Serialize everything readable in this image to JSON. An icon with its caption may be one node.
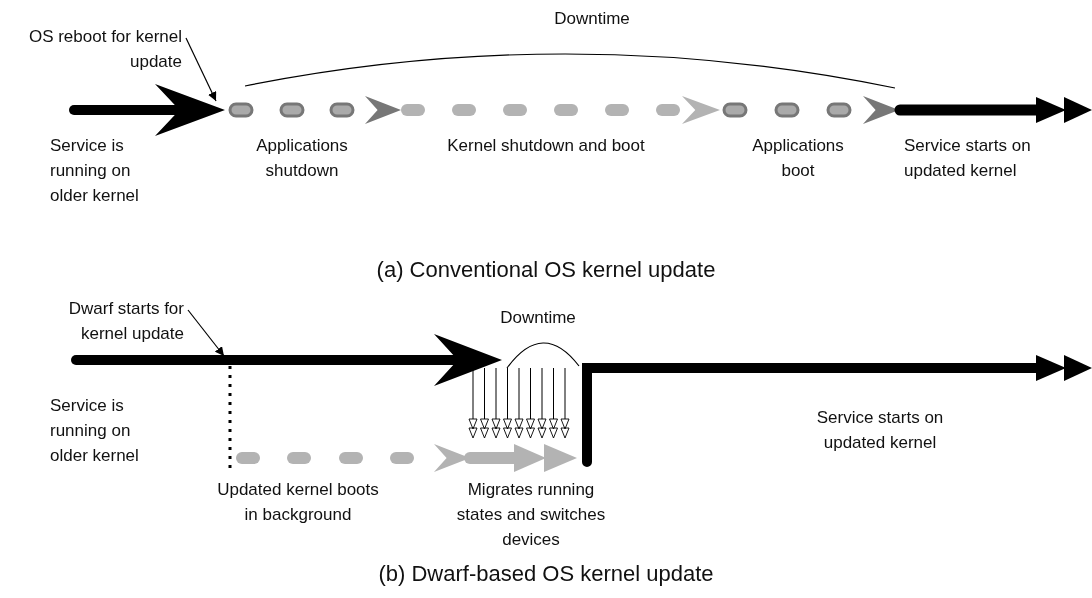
{
  "diagram": {
    "nodes": [
      {
        "text": [
          "OS reboot for kernel update"
        ]
      },
      {
        "text": [
          "Dwarf starts for kernel update"
        ]
      }
    ],
    "edges": [
      {
        "from": 0,
        "to": null,
        "arrow": "to"
      },
      {
        "from": 1,
        "to": null,
        "arrow": "to"
      }
    ],
    "labels": [
      "Downtime",
      "Service is running on older kernel",
      "Applications shutdown",
      "Kernel shutdown and boot",
      "Applications boot",
      "Service starts on updated kernel",
      "(a) Conventional OS kernel update",
      "Downtime",
      "Service is running on older kernel",
      "Service starts on updated kernel",
      "Updated kernel boots in background",
      "Migrates running states and switches devices",
      "(b) Dwarf-based OS kernel update"
    ]
  }
}
